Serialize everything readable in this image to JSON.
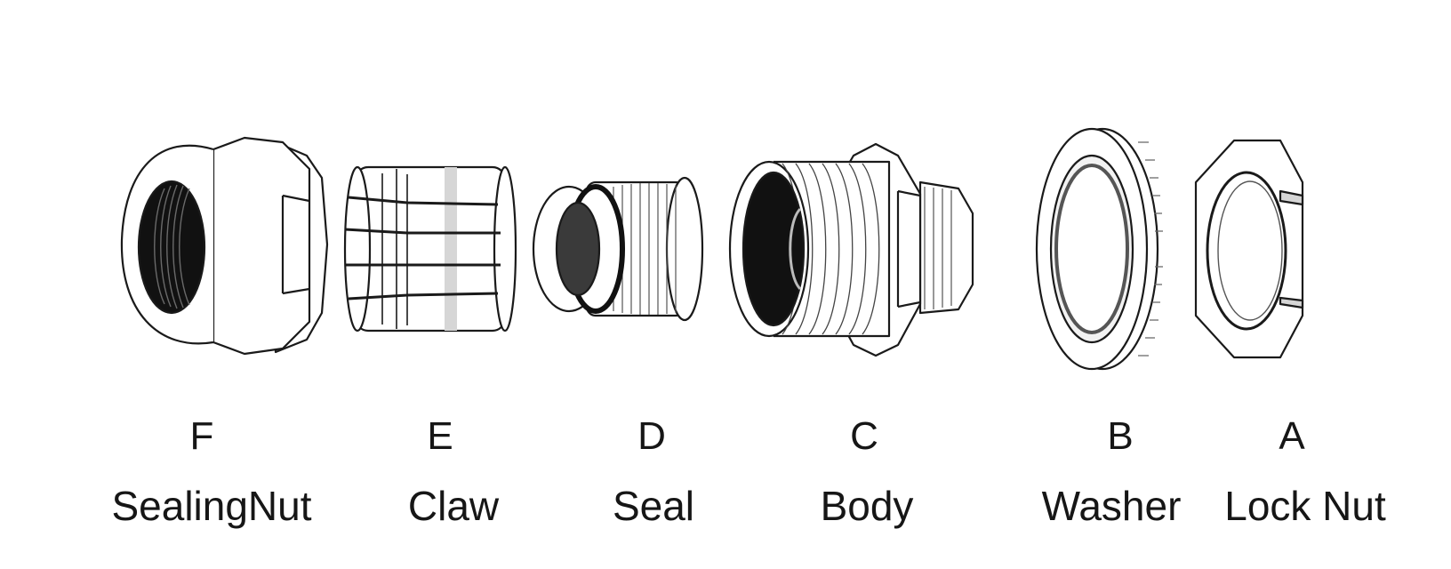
{
  "parts": [
    {
      "id": "sealing-nut",
      "letter": "F",
      "name": "SealingNut"
    },
    {
      "id": "claw",
      "letter": "E",
      "name": "Claw"
    },
    {
      "id": "seal",
      "letter": "D",
      "name": "Seal"
    },
    {
      "id": "body",
      "letter": "C",
      "name": "Body"
    },
    {
      "id": "washer",
      "letter": "B",
      "name": "Washer"
    },
    {
      "id": "lock-nut",
      "letter": "A",
      "name": "Lock Nut"
    }
  ],
  "colors": {
    "line": "#1a1a1a",
    "dark": "#111111",
    "shade": "#d6d6d6",
    "body_fill": "#ffffff"
  }
}
